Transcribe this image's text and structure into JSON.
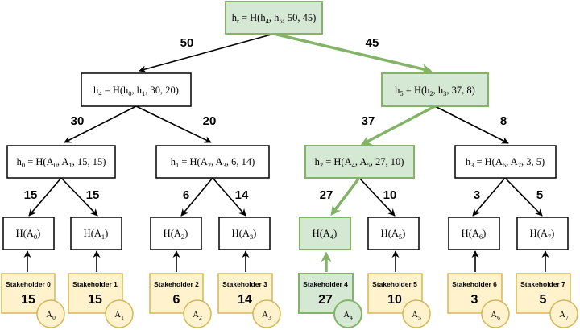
{
  "colors": {
    "node_fill": "#ffffff",
    "node_stroke": "#000000",
    "path_fill": "#d5e8d4",
    "path_stroke": "#82b366",
    "stake_fill": "#fff2cc",
    "stake_stroke": "#d6b656",
    "edge": "#000000"
  },
  "nodes": {
    "root": {
      "text": "h",
      "sub": "r",
      "rest": " = H(h",
      "a_sub": "4",
      "mid": ", h",
      "b_sub": "5",
      "tail": ", 50, 45)"
    },
    "h4": {
      "text": "h",
      "sub": "4",
      "rest": " = H(h",
      "a_sub": "0",
      "mid": ", h",
      "b_sub": "1",
      "tail": ", 30, 20)"
    },
    "h5": {
      "text": "h",
      "sub": "5",
      "rest": " = H(h",
      "a_sub": "2",
      "mid": ", h",
      "b_sub": "3",
      "tail": ", 37, 8)"
    },
    "h0": {
      "text": "h",
      "sub": "0",
      "rest": " = H(A",
      "a_sub": "0",
      "mid": ", A",
      "b_sub": "1",
      "tail": ", 15, 15)"
    },
    "h1": {
      "text": "h",
      "sub": "1",
      "rest": " = H(A",
      "a_sub": "2",
      "mid": ", A",
      "b_sub": "3",
      "tail": ", 6, 14)"
    },
    "h2": {
      "text": "h",
      "sub": "2",
      "rest": " = H(A",
      "a_sub": "4",
      "mid": ", A",
      "b_sub": "5",
      "tail": ", 27, 10)"
    },
    "h3": {
      "text": "h",
      "sub": "3",
      "rest": " = H(A",
      "a_sub": "6",
      "mid": ", A",
      "b_sub": "7",
      "tail": ", 3, 5)"
    }
  },
  "leaves": [
    {
      "pre": "H(A",
      "sub": "0",
      "post": ")"
    },
    {
      "pre": "H(A",
      "sub": "1",
      "post": ")"
    },
    {
      "pre": "H(A",
      "sub": "2",
      "post": ")"
    },
    {
      "pre": "H(A",
      "sub": "3",
      "post": ")"
    },
    {
      "pre": "H(A",
      "sub": "4",
      "post": ")"
    },
    {
      "pre": "H(A",
      "sub": "5",
      "post": ")"
    },
    {
      "pre": "H(A",
      "sub": "6",
      "post": ")"
    },
    {
      "pre": "H(A",
      "sub": "7",
      "post": ")"
    }
  ],
  "stakeholders": [
    {
      "label": "Stakeholder 0",
      "stake": "15",
      "addr_pre": "A",
      "addr_sub": "0"
    },
    {
      "label": "Stakeholder 1",
      "stake": "15",
      "addr_pre": "A",
      "addr_sub": "1"
    },
    {
      "label": "Stakeholder 2",
      "stake": "6",
      "addr_pre": "A",
      "addr_sub": "2"
    },
    {
      "label": "Stakeholder 3",
      "stake": "14",
      "addr_pre": "A",
      "addr_sub": "3"
    },
    {
      "label": "Stakeholder 4",
      "stake": "27",
      "addr_pre": "A",
      "addr_sub": "4"
    },
    {
      "label": "Stakeholder 5",
      "stake": "10",
      "addr_pre": "A",
      "addr_sub": "5"
    },
    {
      "label": "Stakeholder 6",
      "stake": "3",
      "addr_pre": "A",
      "addr_sub": "6"
    },
    {
      "label": "Stakeholder 7",
      "stake": "5",
      "addr_pre": "A",
      "addr_sub": "7"
    }
  ],
  "edge_labels": {
    "root_h4": "50",
    "root_h5": "45",
    "h4_h0": "30",
    "h4_h1": "20",
    "h5_h2": "37",
    "h5_h3": "8",
    "h0_l0": "15",
    "h0_l1": "15",
    "h1_l2": "6",
    "h1_l3": "14",
    "h2_l4": "27",
    "h2_l5": "10",
    "h3_l6": "3",
    "h3_l7": "5"
  }
}
